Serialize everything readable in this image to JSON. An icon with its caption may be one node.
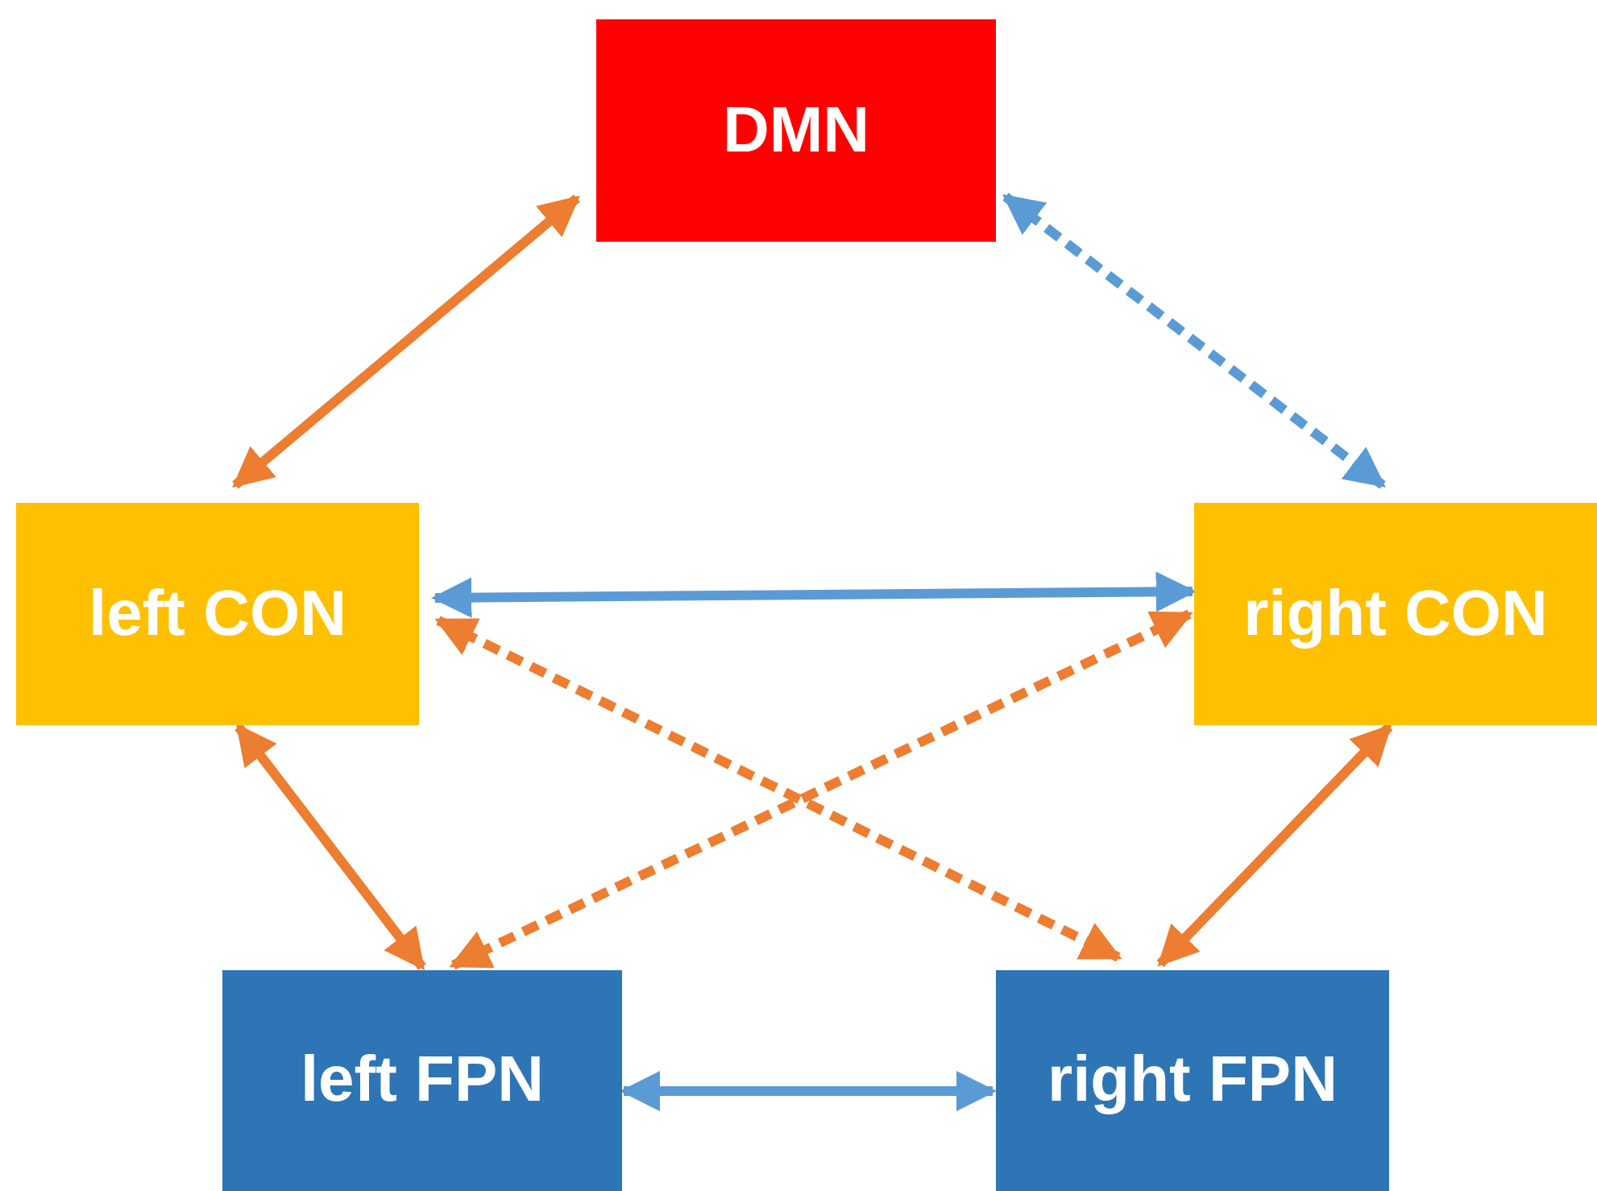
{
  "diagram": {
    "nodes": [
      {
        "text": [
          "DMN"
        ]
      },
      {
        "text": [
          "left CON"
        ]
      },
      {
        "text": [
          "right CON"
        ]
      },
      {
        "text": [
          "left FPN"
        ]
      },
      {
        "text": [
          "right FPN"
        ]
      }
    ],
    "edges": [
      {
        "from": 0,
        "to": 1,
        "arrow": "both"
      },
      {
        "from": 0,
        "to": 2,
        "arrow": "both",
        "style": "dashed",
        "color": "#5b9bd5"
      },
      {
        "from": 1,
        "to": 2,
        "arrow": "both",
        "color": "#5b9bd5"
      },
      {
        "from": 1,
        "to": 4,
        "arrow": "both",
        "style": "dashed"
      },
      {
        "from": 2,
        "to": 3,
        "arrow": "both",
        "style": "dashed"
      },
      {
        "from": 1,
        "to": 3,
        "arrow": "both"
      },
      {
        "from": 2,
        "to": 4,
        "arrow": "both"
      },
      {
        "from": 3,
        "to": 4,
        "arrow": "both",
        "color": "#5b9bd5"
      }
    ]
  }
}
